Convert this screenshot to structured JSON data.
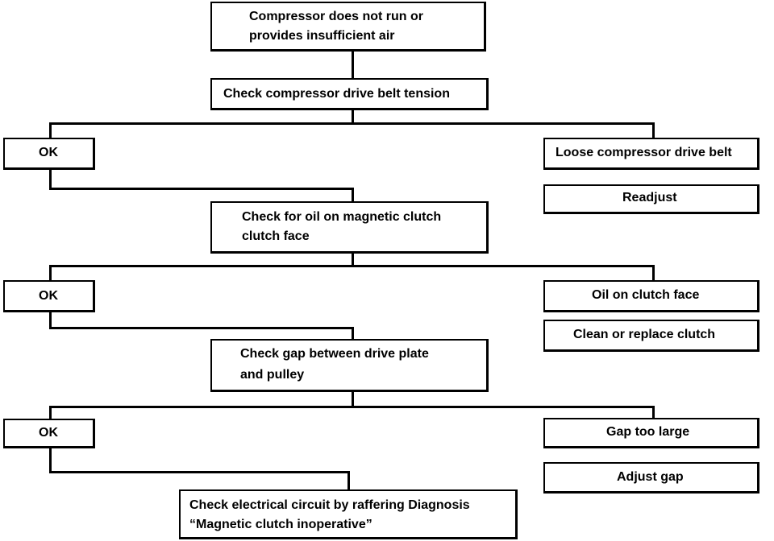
{
  "flowchart": {
    "start": {
      "line1": "Compressor does not run or",
      "line2": "provides insufficient air"
    },
    "step1": {
      "check": "Check compressor drive belt tension",
      "ok": "OK",
      "problem": "Loose compressor drive belt",
      "action": "Readjust"
    },
    "step2": {
      "check_line1": "Check for oil on magnetic clutch",
      "check_line2": "clutch face",
      "ok": "OK",
      "problem": "Oil on clutch face",
      "action": "Clean or replace clutch"
    },
    "step3": {
      "check_line1": "Check gap between drive plate",
      "check_line2": "and pulley",
      "ok": "OK",
      "problem": "Gap too large",
      "action": "Adjust gap"
    },
    "final": {
      "line1": "Check electrical circuit by raffering Diagnosis",
      "line2": "“Magnetic clutch inoperative”"
    }
  }
}
